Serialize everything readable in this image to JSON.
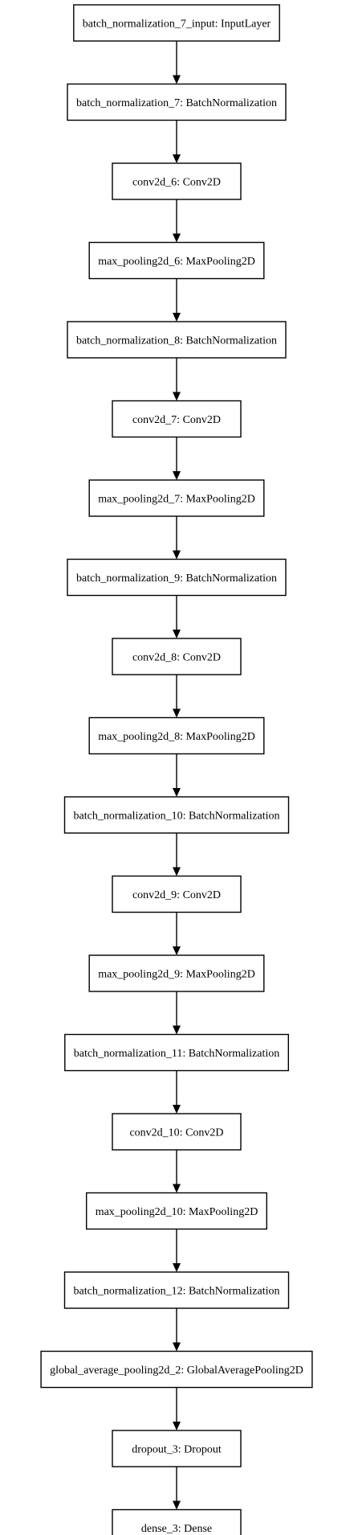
{
  "diagram": {
    "type": "flow",
    "direction": "top-to-bottom",
    "nodes": [
      {
        "id": "n0",
        "label": "batch_normalization_7_input: InputLayer"
      },
      {
        "id": "n1",
        "label": "batch_normalization_7: BatchNormalization"
      },
      {
        "id": "n2",
        "label": "conv2d_6: Conv2D"
      },
      {
        "id": "n3",
        "label": "max_pooling2d_6: MaxPooling2D"
      },
      {
        "id": "n4",
        "label": "batch_normalization_8: BatchNormalization"
      },
      {
        "id": "n5",
        "label": "conv2d_7: Conv2D"
      },
      {
        "id": "n6",
        "label": "max_pooling2d_7: MaxPooling2D"
      },
      {
        "id": "n7",
        "label": "batch_normalization_9: BatchNormalization"
      },
      {
        "id": "n8",
        "label": "conv2d_8: Conv2D"
      },
      {
        "id": "n9",
        "label": "max_pooling2d_8: MaxPooling2D"
      },
      {
        "id": "n10",
        "label": "batch_normalization_10: BatchNormalization"
      },
      {
        "id": "n11",
        "label": "conv2d_9: Conv2D"
      },
      {
        "id": "n12",
        "label": "max_pooling2d_9: MaxPooling2D"
      },
      {
        "id": "n13",
        "label": "batch_normalization_11: BatchNormalization"
      },
      {
        "id": "n14",
        "label": "conv2d_10: Conv2D"
      },
      {
        "id": "n15",
        "label": "max_pooling2d_10: MaxPooling2D"
      },
      {
        "id": "n16",
        "label": "batch_normalization_12: BatchNormalization"
      },
      {
        "id": "n17",
        "label": "global_average_pooling2d_2: GlobalAveragePooling2D"
      },
      {
        "id": "n18",
        "label": "dropout_3: Dropout"
      },
      {
        "id": "n19",
        "label": "dense_3: Dense"
      }
    ],
    "edges": [
      {
        "from": "n0",
        "to": "n1"
      },
      {
        "from": "n1",
        "to": "n2"
      },
      {
        "from": "n2",
        "to": "n3"
      },
      {
        "from": "n3",
        "to": "n4"
      },
      {
        "from": "n4",
        "to": "n5"
      },
      {
        "from": "n5",
        "to": "n6"
      },
      {
        "from": "n6",
        "to": "n7"
      },
      {
        "from": "n7",
        "to": "n8"
      },
      {
        "from": "n8",
        "to": "n9"
      },
      {
        "from": "n9",
        "to": "n10"
      },
      {
        "from": "n10",
        "to": "n11"
      },
      {
        "from": "n11",
        "to": "n12"
      },
      {
        "from": "n12",
        "to": "n13"
      },
      {
        "from": "n13",
        "to": "n14"
      },
      {
        "from": "n14",
        "to": "n15"
      },
      {
        "from": "n15",
        "to": "n16"
      },
      {
        "from": "n16",
        "to": "n17"
      },
      {
        "from": "n17",
        "to": "n18"
      },
      {
        "from": "n18",
        "to": "n19"
      }
    ],
    "colors": {
      "stroke": "#000000",
      "fill": "#ffffff",
      "text": "#000000"
    }
  }
}
